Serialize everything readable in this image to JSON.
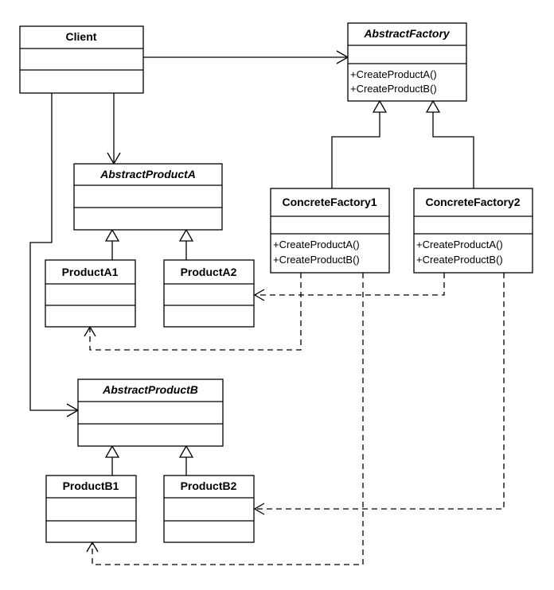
{
  "classes": {
    "client": {
      "name": "Client"
    },
    "abstract_factory": {
      "name": "AbstractFactory",
      "ops": [
        "+CreateProductA()",
        "+CreateProductB()"
      ]
    },
    "abstract_product_a": {
      "name": "AbstractProductA"
    },
    "concrete_factory_1": {
      "name": "ConcreteFactory1",
      "ops": [
        "+CreateProductA()",
        "+CreateProductB()"
      ]
    },
    "concrete_factory_2": {
      "name": "ConcreteFactory2",
      "ops": [
        "+CreateProductA()",
        "+CreateProductB()"
      ]
    },
    "product_a1": {
      "name": "ProductA1"
    },
    "product_a2": {
      "name": "ProductA2"
    },
    "abstract_product_b": {
      "name": "AbstractProductB"
    },
    "product_b1": {
      "name": "ProductB1"
    },
    "product_b2": {
      "name": "ProductB2"
    }
  }
}
